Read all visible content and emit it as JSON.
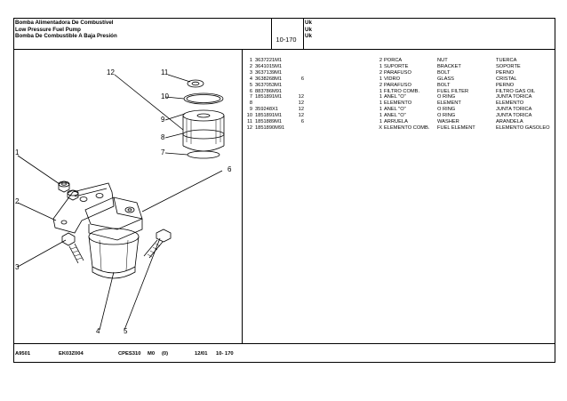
{
  "header": {
    "titles": [
      "Bomba Alimentadora De Combustível",
      "Low Pressure Fuel Pump",
      "Bomba De Combustible A Baja Presión"
    ],
    "page_code": "10-170",
    "lang_codes": [
      "Uk",
      "Uk",
      "Uk"
    ]
  },
  "diagram": {
    "callouts": [
      "12",
      "11",
      "10",
      "9",
      "8",
      "7",
      "1",
      "6",
      "2",
      "3",
      "4",
      "5"
    ]
  },
  "parts": [
    {
      "item": "1",
      "part_no": "3637221M1",
      "qty_ref": "",
      "qty": "2",
      "pt": "PORCA",
      "en": "NUT",
      "es": "TUERCA"
    },
    {
      "item": "2",
      "part_no": "3641015M1",
      "qty_ref": "",
      "qty": "1",
      "pt": "SUPORTE",
      "en": "BRACKET",
      "es": "SOPORTE"
    },
    {
      "item": "3",
      "part_no": "3637139M1",
      "qty_ref": "",
      "qty": "2",
      "pt": "PARAFUSO",
      "en": "BOLT",
      "es": "PERNO"
    },
    {
      "item": "4",
      "part_no": "3638268M1",
      "qty_ref": "6",
      "qty": "1",
      "pt": "VIDRO",
      "en": "GLASS",
      "es": "CRISTAL"
    },
    {
      "item": "5",
      "part_no": "3637053M1",
      "qty_ref": "",
      "qty": "2",
      "pt": "PARAFUSO",
      "en": "BOLT",
      "es": "PERNO"
    },
    {
      "item": "6",
      "part_no": "883786M91",
      "qty_ref": "",
      "qty": "1",
      "pt": "FILTRO COMB.",
      "en": "FUEL FILTER",
      "es": "FILTRO GAS OIL"
    },
    {
      "item": "7",
      "part_no": "1851891M1",
      "qty_ref": "12",
      "qty": "1",
      "pt": "ANEL \"O\"",
      "en": "O RING",
      "es": "JUNTA TORICA"
    },
    {
      "item": "8",
      "part_no": "",
      "qty_ref": "12",
      "qty": "1",
      "pt": "ELEMENTO",
      "en": "ELEMENT",
      "es": "ELEMENTO"
    },
    {
      "item": "9",
      "part_no": "359248X1",
      "qty_ref": "12",
      "qty": "1",
      "pt": "ANEL \"O\"",
      "en": "O RING",
      "es": "JUNTA TORICA"
    },
    {
      "item": "10",
      "part_no": "1851891M1",
      "qty_ref": "12",
      "qty": "1",
      "pt": "ANEL \"O\"",
      "en": "O RING",
      "es": "JUNTA TORICA"
    },
    {
      "item": "11",
      "part_no": "1851889M1",
      "qty_ref": "6",
      "qty": "1",
      "pt": "ARRUELA",
      "en": "WASHER",
      "es": "ARANDELA"
    },
    {
      "item": "12",
      "part_no": "1851890M91",
      "qty_ref": "",
      "qty": "X",
      "pt": "ELEMENTO COMB.",
      "en": "FUEL ELEMENT",
      "es": "ELEMENTO GASOLEO"
    }
  ],
  "footer": {
    "code1": "A9501",
    "code2": "EK03Z004",
    "model": "CPES310",
    "m": "M0",
    "paren": "(0)",
    "date": "12/01",
    "page": "10- 170"
  }
}
